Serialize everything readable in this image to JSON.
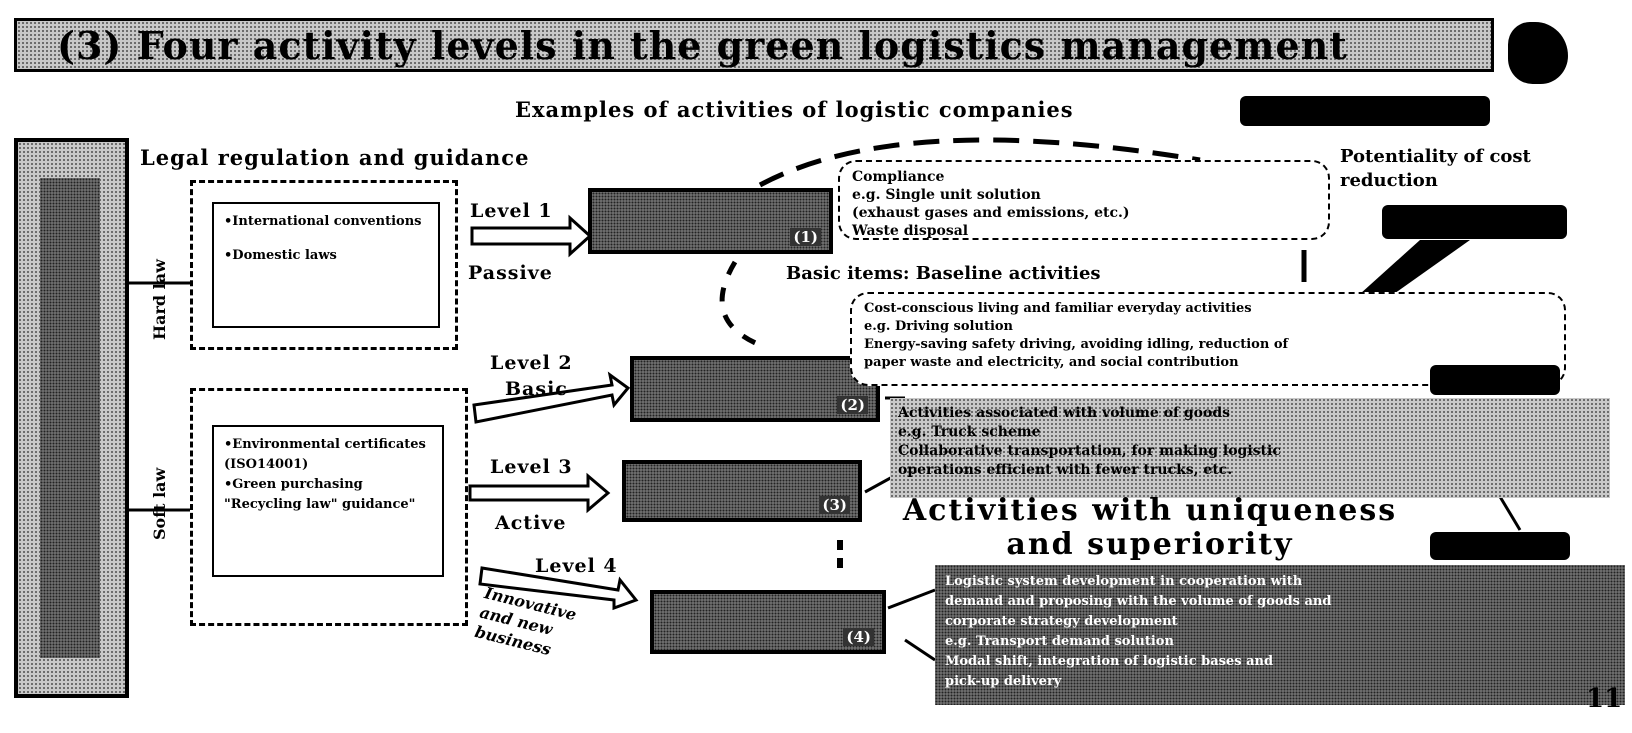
{
  "title": "(3) Four activity levels in the green logistics management",
  "subtitle": "Examples of activities of logistic companies",
  "legal": {
    "heading": "Legal regulation and guidance",
    "hard_label": "Hard law",
    "soft_label": "Soft law",
    "box1_lines": [
      "•International conventions",
      "•Domestic laws"
    ],
    "box2_lines": [
      "•Environmental certificates",
      "  (ISO14001)",
      "•Green purchasing",
      "\"Recycling law\" guidance\""
    ]
  },
  "levels": [
    {
      "level": "Level 1",
      "mode": "Passive",
      "box": "(1)"
    },
    {
      "level": "Level 2",
      "mode": "Basic",
      "box": "(2)"
    },
    {
      "level": "Level 3",
      "mode": "Active",
      "box": "(3)"
    },
    {
      "level": "Level 4",
      "mode": "Innovative and new business",
      "box": "(4)"
    }
  ],
  "bubble1": {
    "lines": [
      "Compliance",
      "e.g.    Single unit solution",
      "(exhaust gases and emissions, etc.)",
      "Waste disposal"
    ]
  },
  "potentiality": "Potentiality of cost reduction",
  "basic_heading": "Basic items: Baseline activities",
  "bubble2": {
    "lines": [
      "Cost-conscious living and familiar everyday activities",
      "e.g.    Driving solution",
      "Energy-saving safety driving, avoiding idling, reduction of",
      "paper waste and electricity, and social contribution"
    ]
  },
  "level3_text": {
    "lines": [
      "Activities associated with volume of goods",
      "e.g.    Truck scheme",
      "Collaborative transportation, for making logistic",
      "operations efficient with fewer trucks, etc."
    ]
  },
  "big_text": "Activities with uniqueness and superiority",
  "level4_text": {
    "lines": [
      "Logistic system development in cooperation with",
      "demand and proposing with the volume of goods and",
      "corporate strategy development",
      "e.g.    Transport demand solution",
      "Modal shift, integration of logistic bases and",
      "pick-up delivery"
    ]
  },
  "page_number": "11"
}
